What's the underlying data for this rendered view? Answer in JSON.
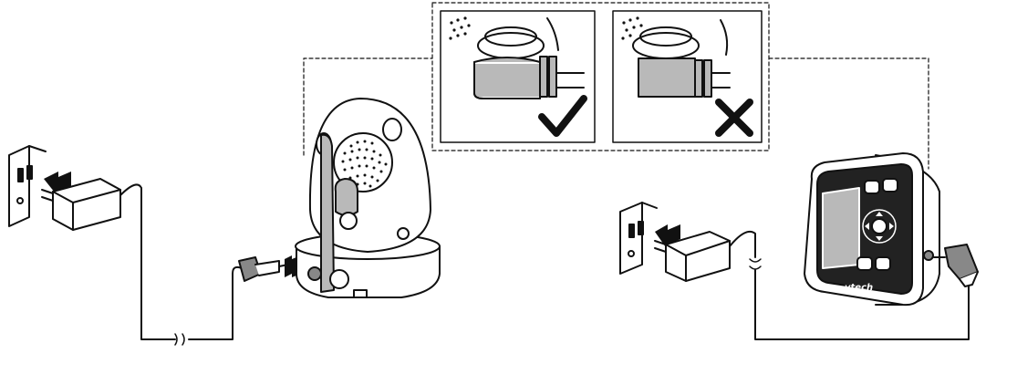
{
  "diagram": {
    "type": "setup-illustration",
    "text_labels": {
      "brand": "vtech"
    },
    "panels": [
      {
        "name": "correct-connection-inset",
        "symbol": "check"
      },
      {
        "name": "incorrect-connection-inset",
        "symbol": "cross"
      }
    ],
    "devices": [
      {
        "name": "wall-outlet-left"
      },
      {
        "name": "power-adapter-left"
      },
      {
        "name": "baby-camera"
      },
      {
        "name": "wall-outlet-right"
      },
      {
        "name": "power-adapter-right"
      },
      {
        "name": "parent-unit"
      }
    ]
  }
}
